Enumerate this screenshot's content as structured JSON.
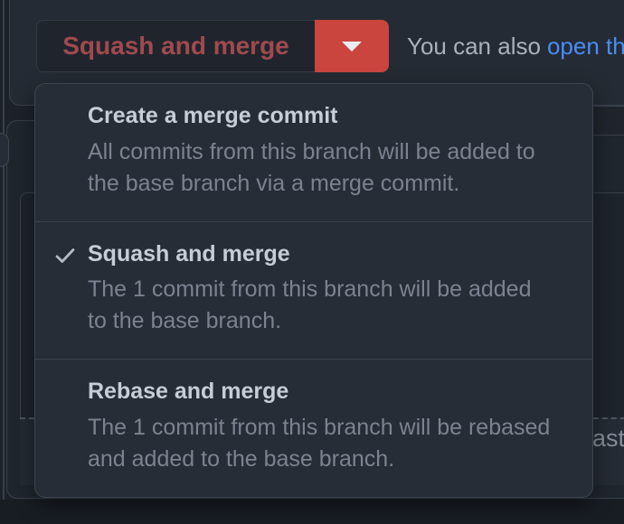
{
  "colors": {
    "page_bg": "#1d222a",
    "danger_red": "#cb453f",
    "danger_text_muted": "#a04a4e",
    "link_blue": "#4a8cf7",
    "menu_bg": "#272d37",
    "menu_border": "#3d4450",
    "title_text": "#c6cdd7",
    "muted_text": "#7b8390"
  },
  "merge_bar": {
    "button_label": "Squash and merge",
    "caret_icon": "chevron-down-icon",
    "aside_text": "You can also",
    "aside_link": "open thi"
  },
  "dropdown": {
    "items": [
      {
        "title": "Create a merge commit",
        "description": "All commits from this branch will be added to\nthe base branch via a merge commit.",
        "selected": false
      },
      {
        "title": "Squash and merge",
        "description": "The 1 commit from this branch will be added\nto the base branch.",
        "selected": true
      },
      {
        "title": "Rebase and merge",
        "description": "The 1 commit from this branch will be rebased\nand added to the base branch.",
        "selected": false
      }
    ]
  },
  "background": {
    "clipped_text_fragment": "ast"
  }
}
